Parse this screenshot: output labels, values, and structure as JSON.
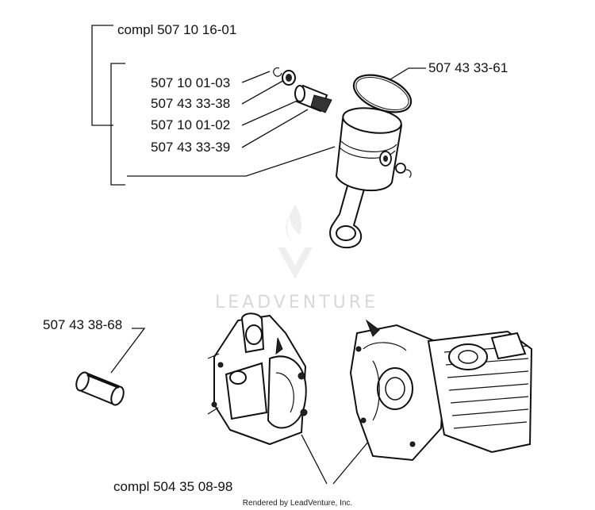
{
  "callouts": {
    "compl_piston_kit": "compl 507 10 16-01",
    "circlip": "507 10 01-03",
    "needle_bearing": "507 43 33-38",
    "piston_pin": "507 10 01-02",
    "piston": "507 43 33-39",
    "piston_ring": "507 43 33-61",
    "sleeve": "507 43 38-68",
    "compl_crankcase": "compl 504 35 08-98"
  },
  "watermark": "LEADVENTURE",
  "credit": "Rendered by LeadVenture, Inc.",
  "colors": {
    "ink": "#111111",
    "watermark": "#d8d8d8",
    "background": "#ffffff"
  }
}
